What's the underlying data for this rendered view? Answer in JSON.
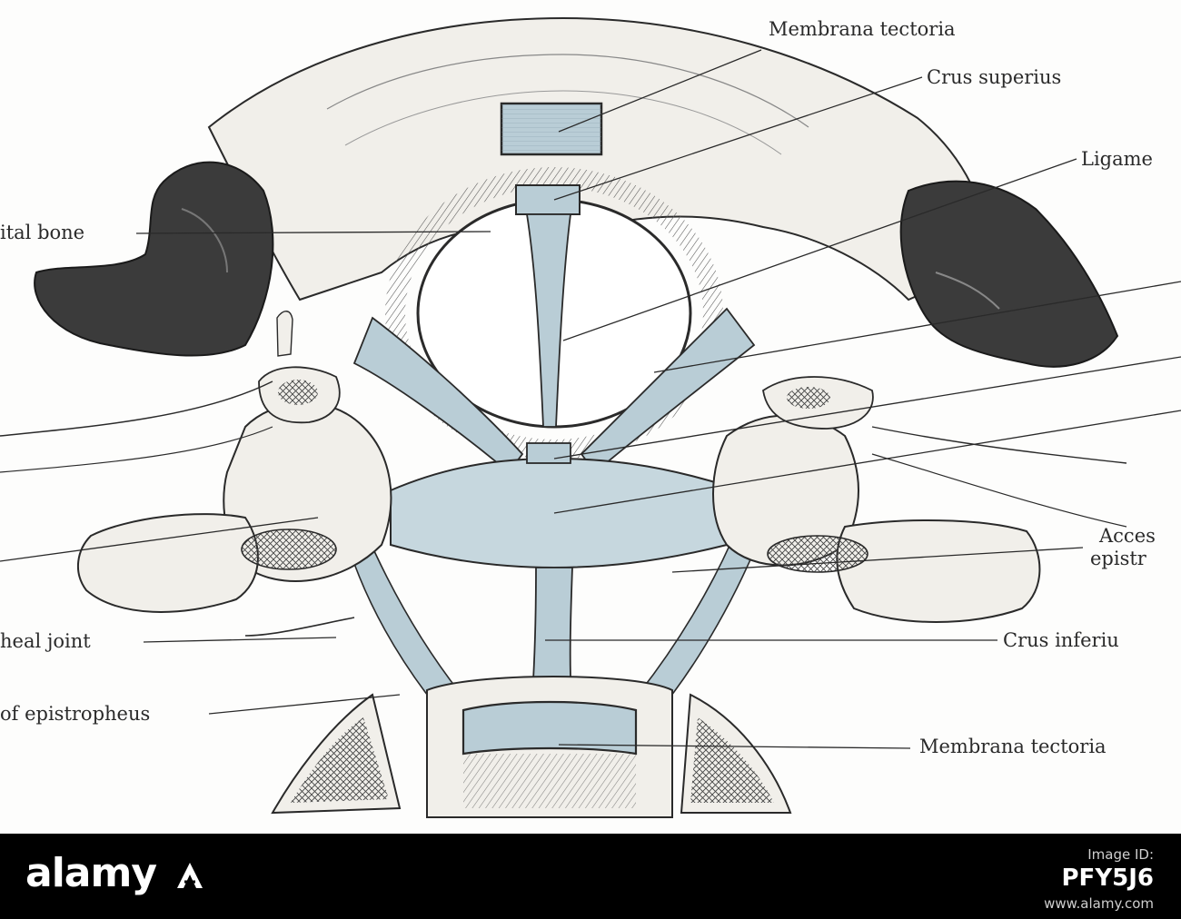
{
  "figure": {
    "labels": {
      "membrana_tectoria_top": "Membrana tectoria",
      "crus_superius": "Crus superius",
      "ligament_right": "Ligame",
      "occipital_bone": "ital bone",
      "accessory_top": "Acces",
      "accessory_bottom": "epistr",
      "joint": "heal joint",
      "crus_inferius": "Crus inferiu",
      "epistropheus": "of epistropheus",
      "membrana_tectoria_bottom": "Membrana tectoria"
    },
    "colors": {
      "ink": "#2a2a2a",
      "ligament": "#b9cdd6",
      "bone": "#f3f1ec",
      "dark_bone": "#3a3a3a"
    }
  },
  "footer": {
    "brand": "alamy",
    "brand_icon": "alamy-a-icon",
    "image_id_label": "Image ID:",
    "image_id": "PFY5J6",
    "site": "www.alamy.com"
  }
}
